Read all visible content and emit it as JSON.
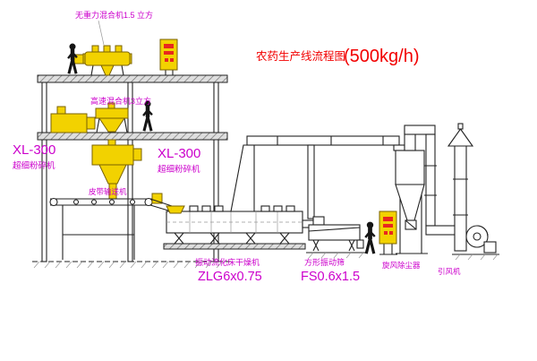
{
  "title": {
    "text": "农药生产线流程图",
    "capacity": "(500kg/h)"
  },
  "labels": {
    "gravity_mixer": "无重力混合机1.5 立方",
    "high_speed_mixer": "高速混合机3立方",
    "mill1_model": "XL-300",
    "mill1_name": "超细粉碎机",
    "mill2_model": "XL-300",
    "mill2_name": "超细粉碎机",
    "belt_conveyor": "皮带输送机",
    "dryer_name": "振动流化床干燥机",
    "dryer_model": "ZLG6x0.75",
    "screen_name": "方形振动筛",
    "screen_model": "FS0.6x1.5",
    "cyclone_name": "旋风除尘器",
    "fan_name": "引风机"
  },
  "colors": {
    "label_magenta": "#cc00cc",
    "title_red": "#f20000",
    "equipment_yellow": "#f2d200",
    "line_black": "#222222"
  }
}
